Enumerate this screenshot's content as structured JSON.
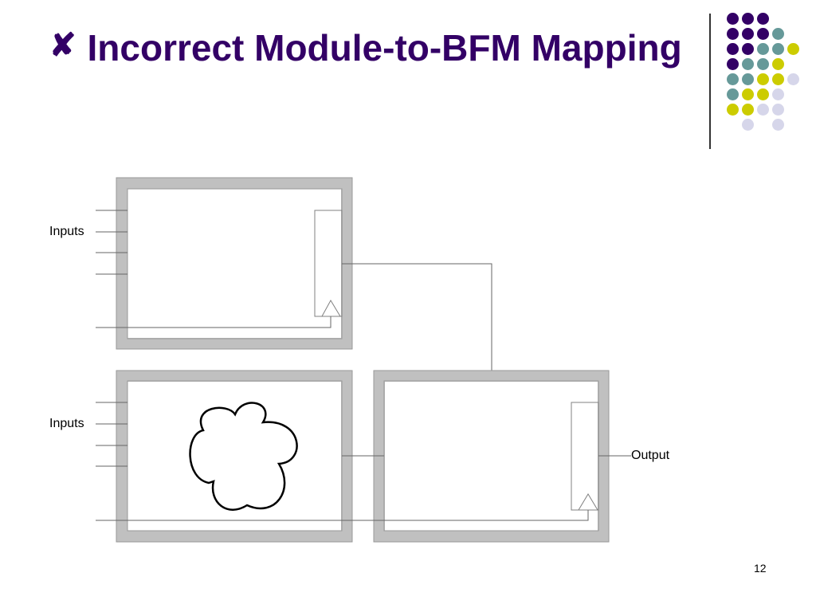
{
  "slide": {
    "title_icon": "x-mark-icon",
    "title": "Incorrect Module-to-BFM Mapping",
    "page_number": "12"
  },
  "diagram": {
    "inputs_label_top": "Inputs",
    "inputs_label_bottom": "Inputs",
    "output_label": "Output"
  },
  "colors": {
    "purple": "#330066",
    "teal": "#669999",
    "yellow": "#CCCC00",
    "lavender": "#D6D6EA",
    "box_gray": "#C0C0C0"
  },
  "decor_dots": [
    [
      "purple",
      "purple",
      "purple",
      "",
      ""
    ],
    [
      "purple",
      "purple",
      "purple",
      "teal",
      ""
    ],
    [
      "purple",
      "purple",
      "teal",
      "teal",
      "yellow"
    ],
    [
      "purple",
      "teal",
      "teal",
      "yellow",
      ""
    ],
    [
      "teal",
      "teal",
      "yellow",
      "yellow",
      "lavender"
    ],
    [
      "teal",
      "yellow",
      "yellow",
      "lavender",
      ""
    ],
    [
      "yellow",
      "yellow",
      "lavender",
      "lavender",
      ""
    ],
    [
      "",
      "lavender",
      "",
      "lavender",
      ""
    ]
  ]
}
